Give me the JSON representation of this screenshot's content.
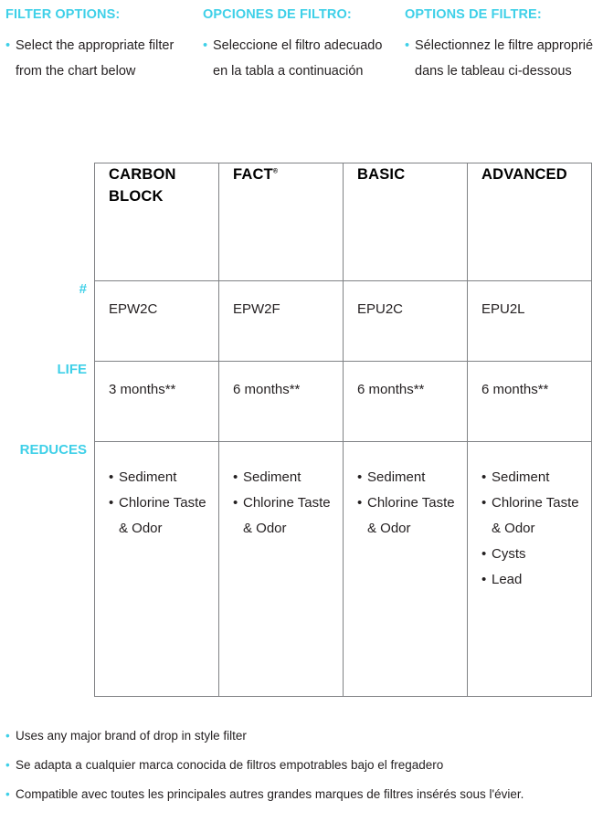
{
  "intro": {
    "blocks": [
      {
        "lang": "en",
        "heading": "FILTER OPTIONS:",
        "bullet": "•",
        "items": [
          "Select the appropriate filter from the chart below"
        ]
      },
      {
        "lang": "es",
        "heading": "OPCIONES DE FILTRO:",
        "bullet": "•",
        "items": [
          "Seleccione el filtro adecuado en la tabla a continuación"
        ]
      },
      {
        "lang": "fr",
        "heading": "OPTIONS DE FILTRE:",
        "bullet": "•",
        "items": [
          "Sélectionnez le filtre approprié dans le tableau ci-dessous"
        ]
      }
    ]
  },
  "table": {
    "columns": [
      {
        "name": "CARBON BLOCK",
        "trademark": ""
      },
      {
        "name": "FACT",
        "trademark": "®"
      },
      {
        "name": "BASIC",
        "trademark": ""
      },
      {
        "name": "ADVANCED",
        "trademark": ""
      }
    ],
    "row_labels": {
      "part": "#",
      "life": "LIFE",
      "reduces": "REDUCES"
    },
    "rows": {
      "part_numbers": [
        "EPW2C",
        "EPW2F",
        "EPU2C",
        "EPU2L"
      ],
      "life": [
        "3 months**",
        "6 months**",
        "6 months**",
        "6 months**"
      ],
      "reduces": [
        [
          "Sediment",
          "Chlorine Taste & Odor"
        ],
        [
          "Sediment",
          "Chlorine Taste & Odor"
        ],
        [
          "Sediment",
          "Chlorine Taste & Odor"
        ],
        [
          "Sediment",
          "Chlorine Taste & Odor",
          "Cysts",
          "Lead"
        ]
      ]
    },
    "bullet": "•"
  },
  "footnotes": {
    "bullet": "•",
    "items": [
      "Uses any major brand of drop in style filter",
      "Se adapta a cualquier marca conocida de filtros empotrables bajo el fregadero",
      "Compatible avec toutes les principales autres grandes marques de filtres insérés sous l'évier."
    ]
  },
  "colors": {
    "accent": "#3FD0E8",
    "text": "#231F20",
    "header_fill": "#E1E1E1",
    "border": "#808285"
  }
}
